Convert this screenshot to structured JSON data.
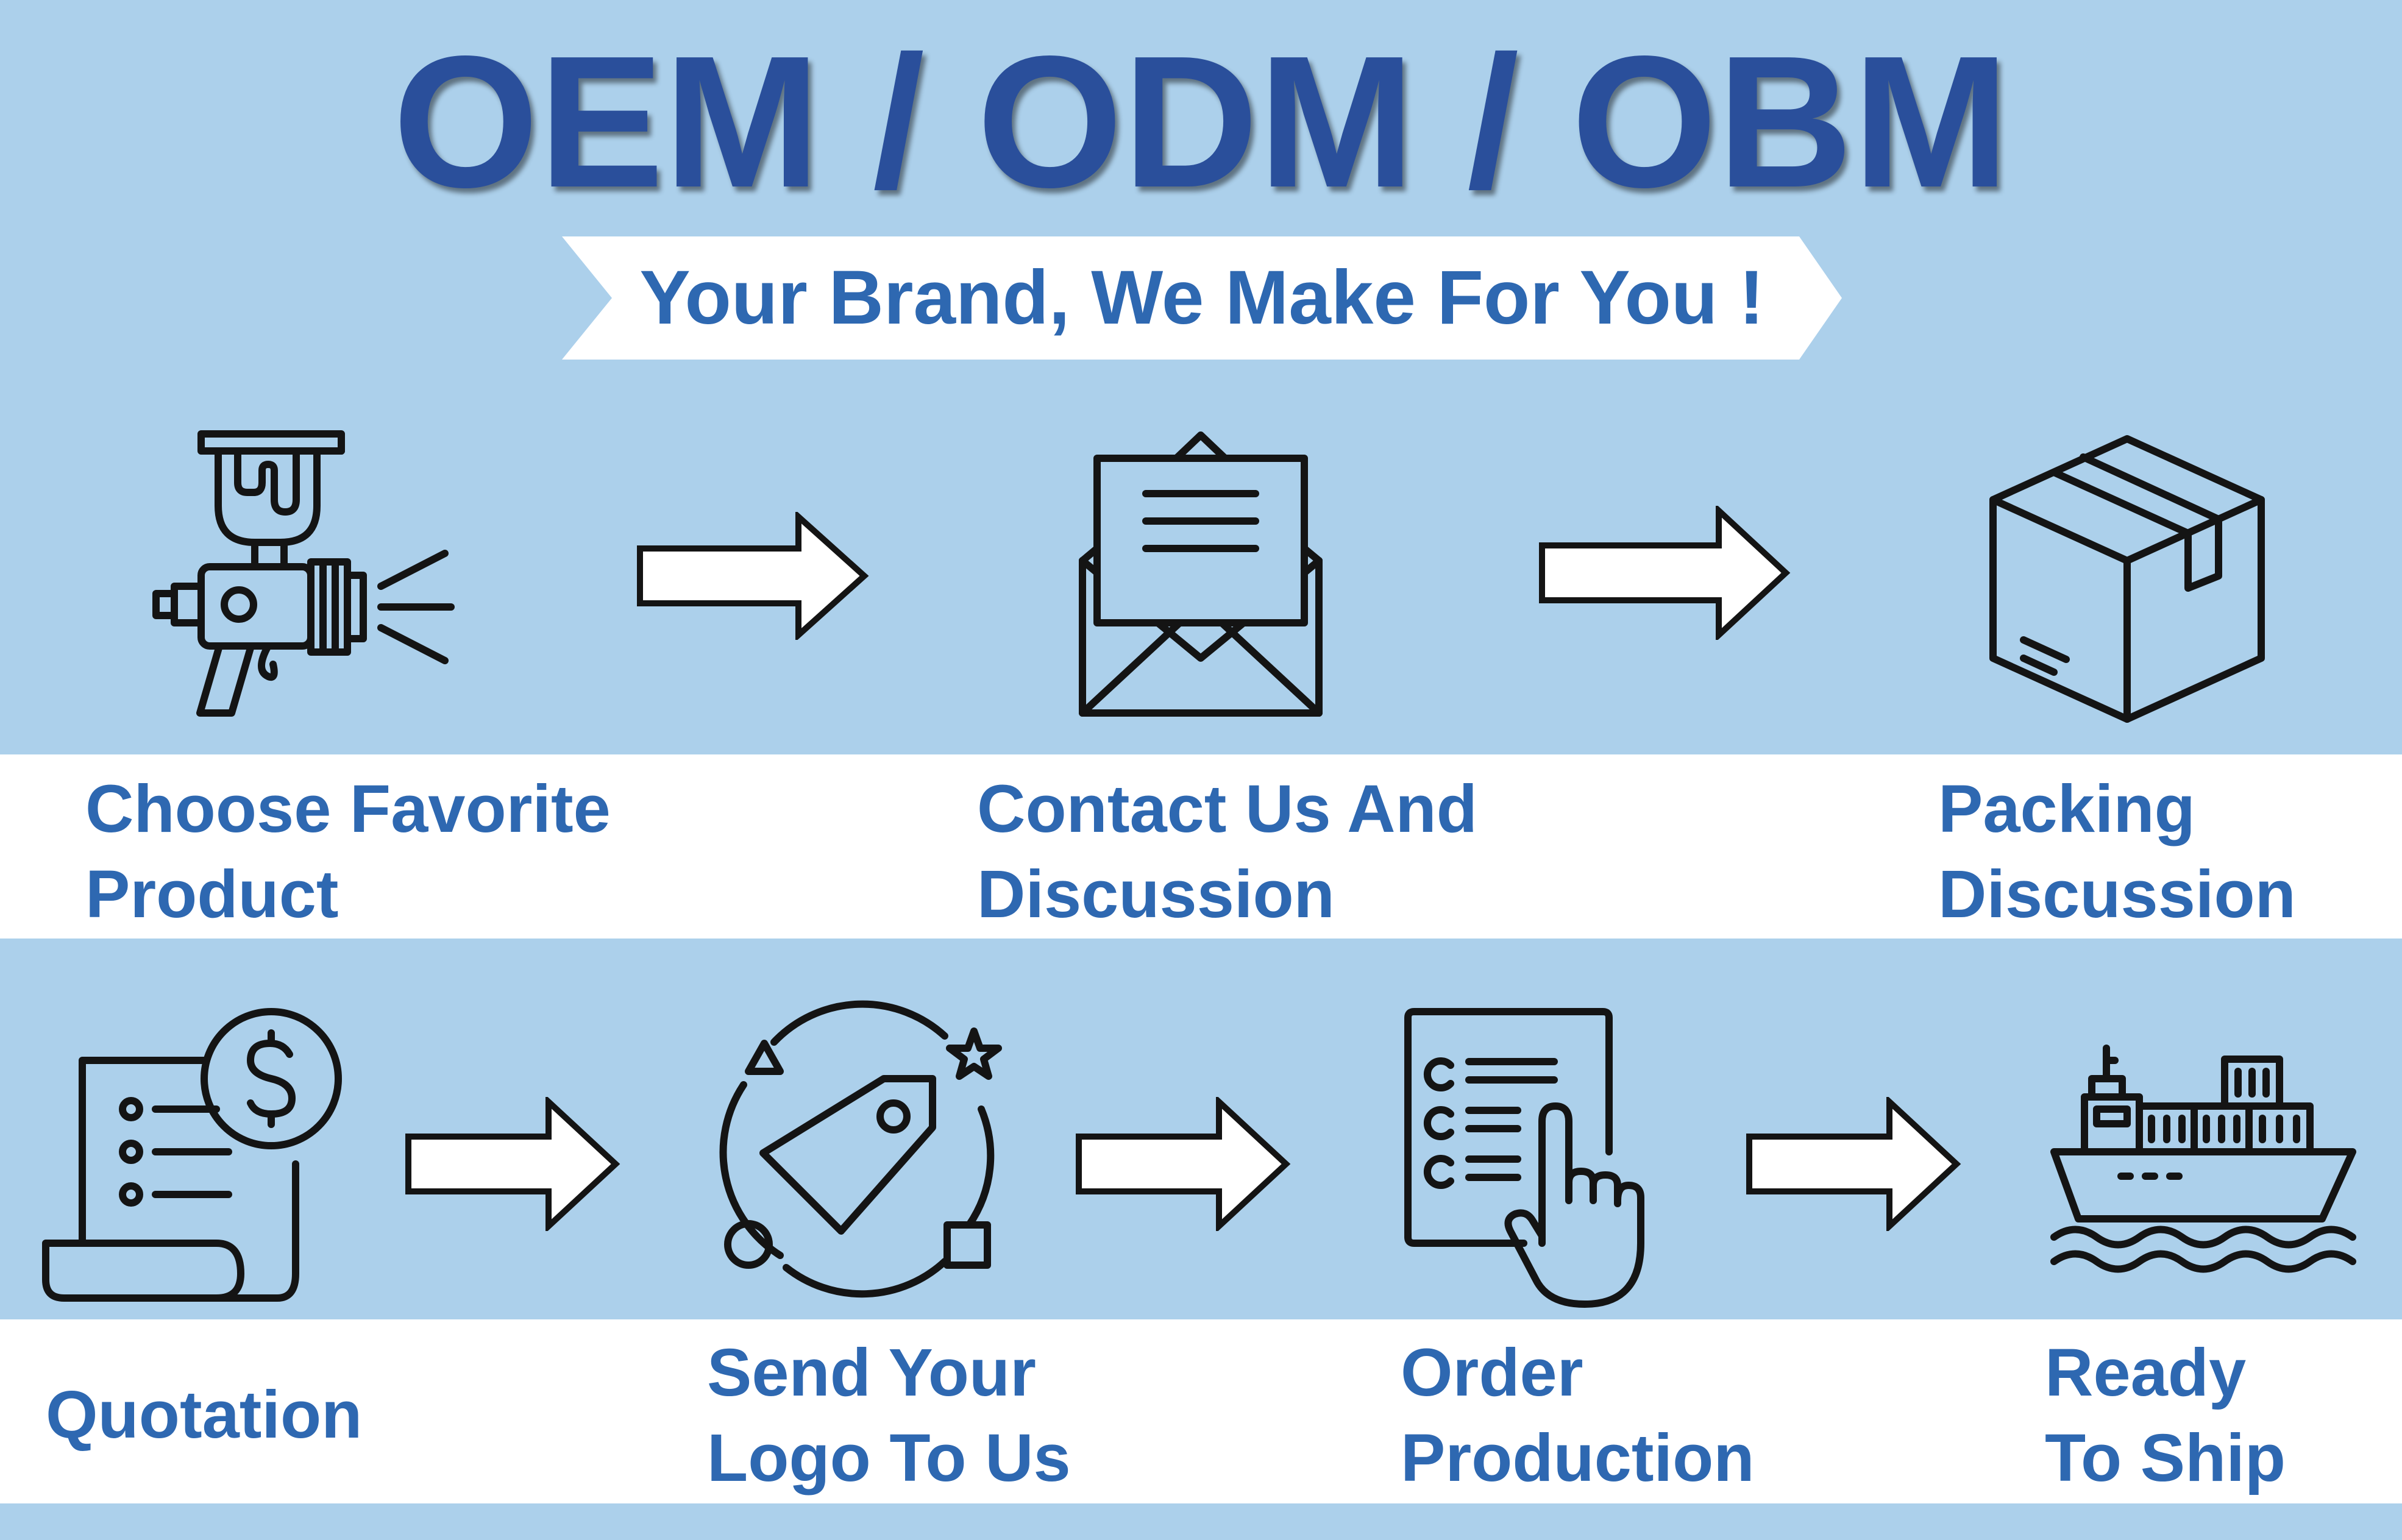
{
  "title": "OEM / ODM / OBM",
  "subtitle": "Your Brand, We Make For You !",
  "steps": [
    {
      "line1": "Choose Favorite",
      "line2": "Product",
      "icon": "spray-gun-icon"
    },
    {
      "line1": "Contact Us And",
      "line2": "Discussion",
      "icon": "envelope-letter-icon"
    },
    {
      "line1": "Packing",
      "line2": "Discussion",
      "icon": "package-box-icon"
    },
    {
      "line1": "Quotation",
      "line2": "",
      "icon": "invoice-dollar-icon"
    },
    {
      "line1": "Send Your",
      "line2": "Logo To Us",
      "icon": "price-tag-icon"
    },
    {
      "line1": "Order",
      "line2": "Production",
      "icon": "checklist-touch-icon"
    },
    {
      "line1": "Ready",
      "line2": "To Ship",
      "icon": "cargo-ship-icon"
    }
  ],
  "colors": {
    "background": "#acd0eb",
    "title": "#2a4f9b",
    "label": "#2e68b1",
    "band": "#ffffff",
    "icon": "#141414"
  }
}
